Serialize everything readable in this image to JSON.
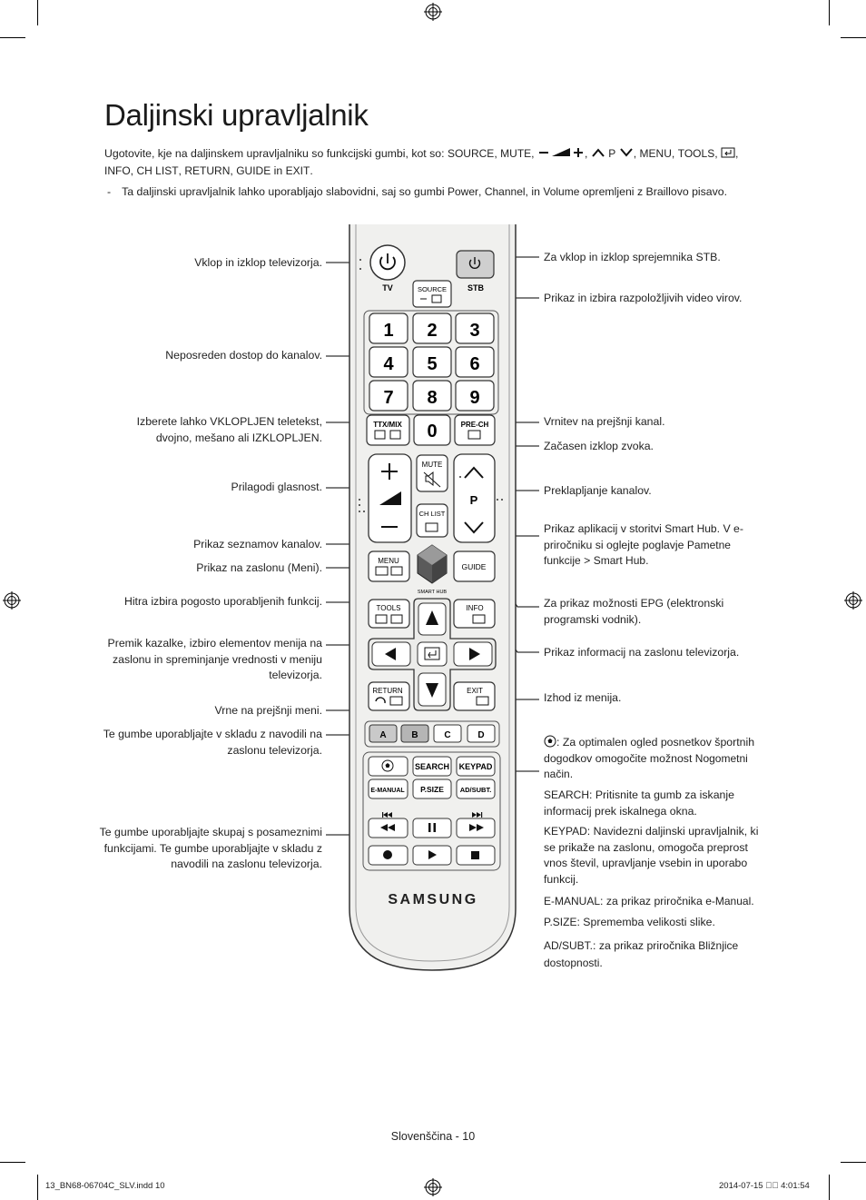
{
  "page": {
    "title": "Daljinski upravljalnik",
    "intro": {
      "t1": "Ugotovite, kje na daljinskem upravljalniku so funkcijski gumbi, kot so: ",
      "source": "SOURCE",
      "mute": "MUTE",
      "p": "P",
      "menu": "MENU",
      "tools": "TOOLS",
      "info": "INFO",
      "chlist": "CH LIST",
      "return": "RETURN",
      "guide": "GUIDE",
      "in": " in ",
      "exit": "EXIT"
    },
    "note": {
      "dash": "-",
      "t1": "Ta daljinski upravljalnik lahko uporabljajo slabovidni, saj so gumbi ",
      "power": "Power",
      "channel": "Channel",
      "t2": ", in ",
      "volume": "Volume",
      "t3": " opremljeni z Braillovo pisavo."
    },
    "footer": {
      "language_page": "Slovenščina - 10",
      "file": "13_BN68-06704C_SLV.indd   10",
      "date": "2014-07-15   ￿￿ 4:01:54"
    }
  },
  "labels_left": [
    "Vklop in izklop televizorja.",
    "Neposreden dostop do kanalov.",
    "Izberete lahko VKLOPLJEN teletekst, dvojno, mešano ali IZKLOPLJEN.",
    "Prilagodi glasnost.",
    "Prikaz seznamov kanalov.",
    "Prikaz na zaslonu (Meni).",
    "Hitra izbira pogosto uporabljenih funkcij.",
    "Premik kazalke, izbiro elementov menija na zaslonu in spreminjanje vrednosti v meniju televizorja.",
    "Vrne na prejšnji meni.",
    "Te gumbe uporabljajte v skladu z navodili na zaslonu televizorja.",
    "Te gumbe uporabljajte skupaj s posameznimi funkcijami. Te gumbe uporabljajte v skladu z navodili na zaslonu televizorja."
  ],
  "labels_right": {
    "stb_power": "Za vklop in izklop sprejemnika STB.",
    "source": "Prikaz in izbira razpoložljivih video virov.",
    "prech": "Vrnitev na prejšnji kanal.",
    "mute": "Začasen izklop zvoka.",
    "channel": "Preklapljanje kanalov.",
    "smarthub_1": "Prikaz aplikacij v storitvi ",
    "smarthub_2": "Smart Hub",
    "smarthub_3": ". V e-priročniku si oglejte poglavje ",
    "smarthub_4": "Pametne funkcije",
    "smarthub_5": " > ",
    "smarthub_6": "Smart Hub",
    "smarthub_7": ".",
    "guide_1": "Za prikaz možnosti ",
    "guide_2": "EPG",
    "guide_3": " (elektronski programski vodnik).",
    "info": "Prikaz informacij na zaslonu televizorja.",
    "exit": "Izhod iz menija.",
    "sport_1": ": Za optimalen ogled posnetkov športnih dogodkov omogočite možnost ",
    "sport_2": "Nogometni način",
    "sport_3": ".",
    "search_1": "SEARCH",
    "search_2": ": Pritisnite ta gumb za iskanje informacij prek iskalnega okna.",
    "keypad_1": "KEYPAD",
    "keypad_2": ": Navidezni daljinski upravljalnik, ki se prikaže na zaslonu, omogoča preprost vnos števil, upravljanje vsebin in uporabo funkcij.",
    "emanual_1": "E-MANUAL",
    "emanual_2": ": za prikaz priročnika ",
    "emanual_3": "e-Manual",
    "emanual_4": ".",
    "psize_1": "P.SIZE",
    "psize_2": ": Sprememba velikosti slike.",
    "adsubt_1": "AD/SUBT.",
    "adsubt_2": ": za prikaz priročnika ",
    "adsubt_3": "Bližnjice dostopnosti",
    "adsubt_4": "."
  },
  "remote": {
    "tv": "TV",
    "stb": "STB",
    "source": "SOURCE",
    "digits": [
      "1",
      "2",
      "3",
      "4",
      "5",
      "6",
      "7",
      "8",
      "9",
      "0"
    ],
    "ttx": "TTX/MIX",
    "prech": "PRE-CH",
    "mute": "MUTE",
    "p": "P",
    "chlist": "CH LIST",
    "menu": "MENU",
    "guide": "GUIDE",
    "smarthub": "SMART HUB",
    "tools": "TOOLS",
    "info": "INFO",
    "return": "RETURN",
    "exit": "EXIT",
    "colors": [
      "A",
      "B",
      "C",
      "D"
    ],
    "search": "SEARCH",
    "keypad": "KEYPAD",
    "emanual": "E-MANUAL",
    "psize": "P.SIZE",
    "adsubt": "AD/SUBT.",
    "brand": "SAMSUNG"
  },
  "colors": {
    "remote_body": "#efefed",
    "button": "#ffffff",
    "button_stroke": "#333333",
    "stb_button": "#cfcfcf",
    "color_a": "#c9c9c9",
    "color_b": "#b5b5b5",
    "callout_line": "#000000"
  }
}
